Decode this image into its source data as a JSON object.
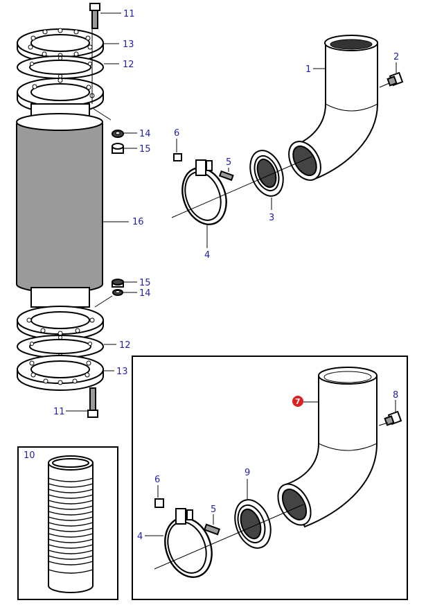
{
  "callouts": {
    "c1": "1",
    "c2": "2",
    "c3": "3",
    "c4a": "4",
    "c5a": "5",
    "c6a": "6",
    "c7": "7",
    "c8": "8",
    "c9": "9",
    "c10": "10",
    "c11a": "11",
    "c11b": "11",
    "c12a": "12",
    "c12b": "12",
    "c13a": "13",
    "c13b": "13",
    "c14a": "14",
    "c14b": "14",
    "c15a": "15",
    "c15b": "15",
    "c16": "16",
    "c4b": "4",
    "c5b": "5",
    "c6b": "6"
  },
  "colors": {
    "callout_text": "#1f1fa8",
    "highlight_marker": "#e02020",
    "part_fill_grey": "#9a9a9a",
    "line": "#000000"
  }
}
